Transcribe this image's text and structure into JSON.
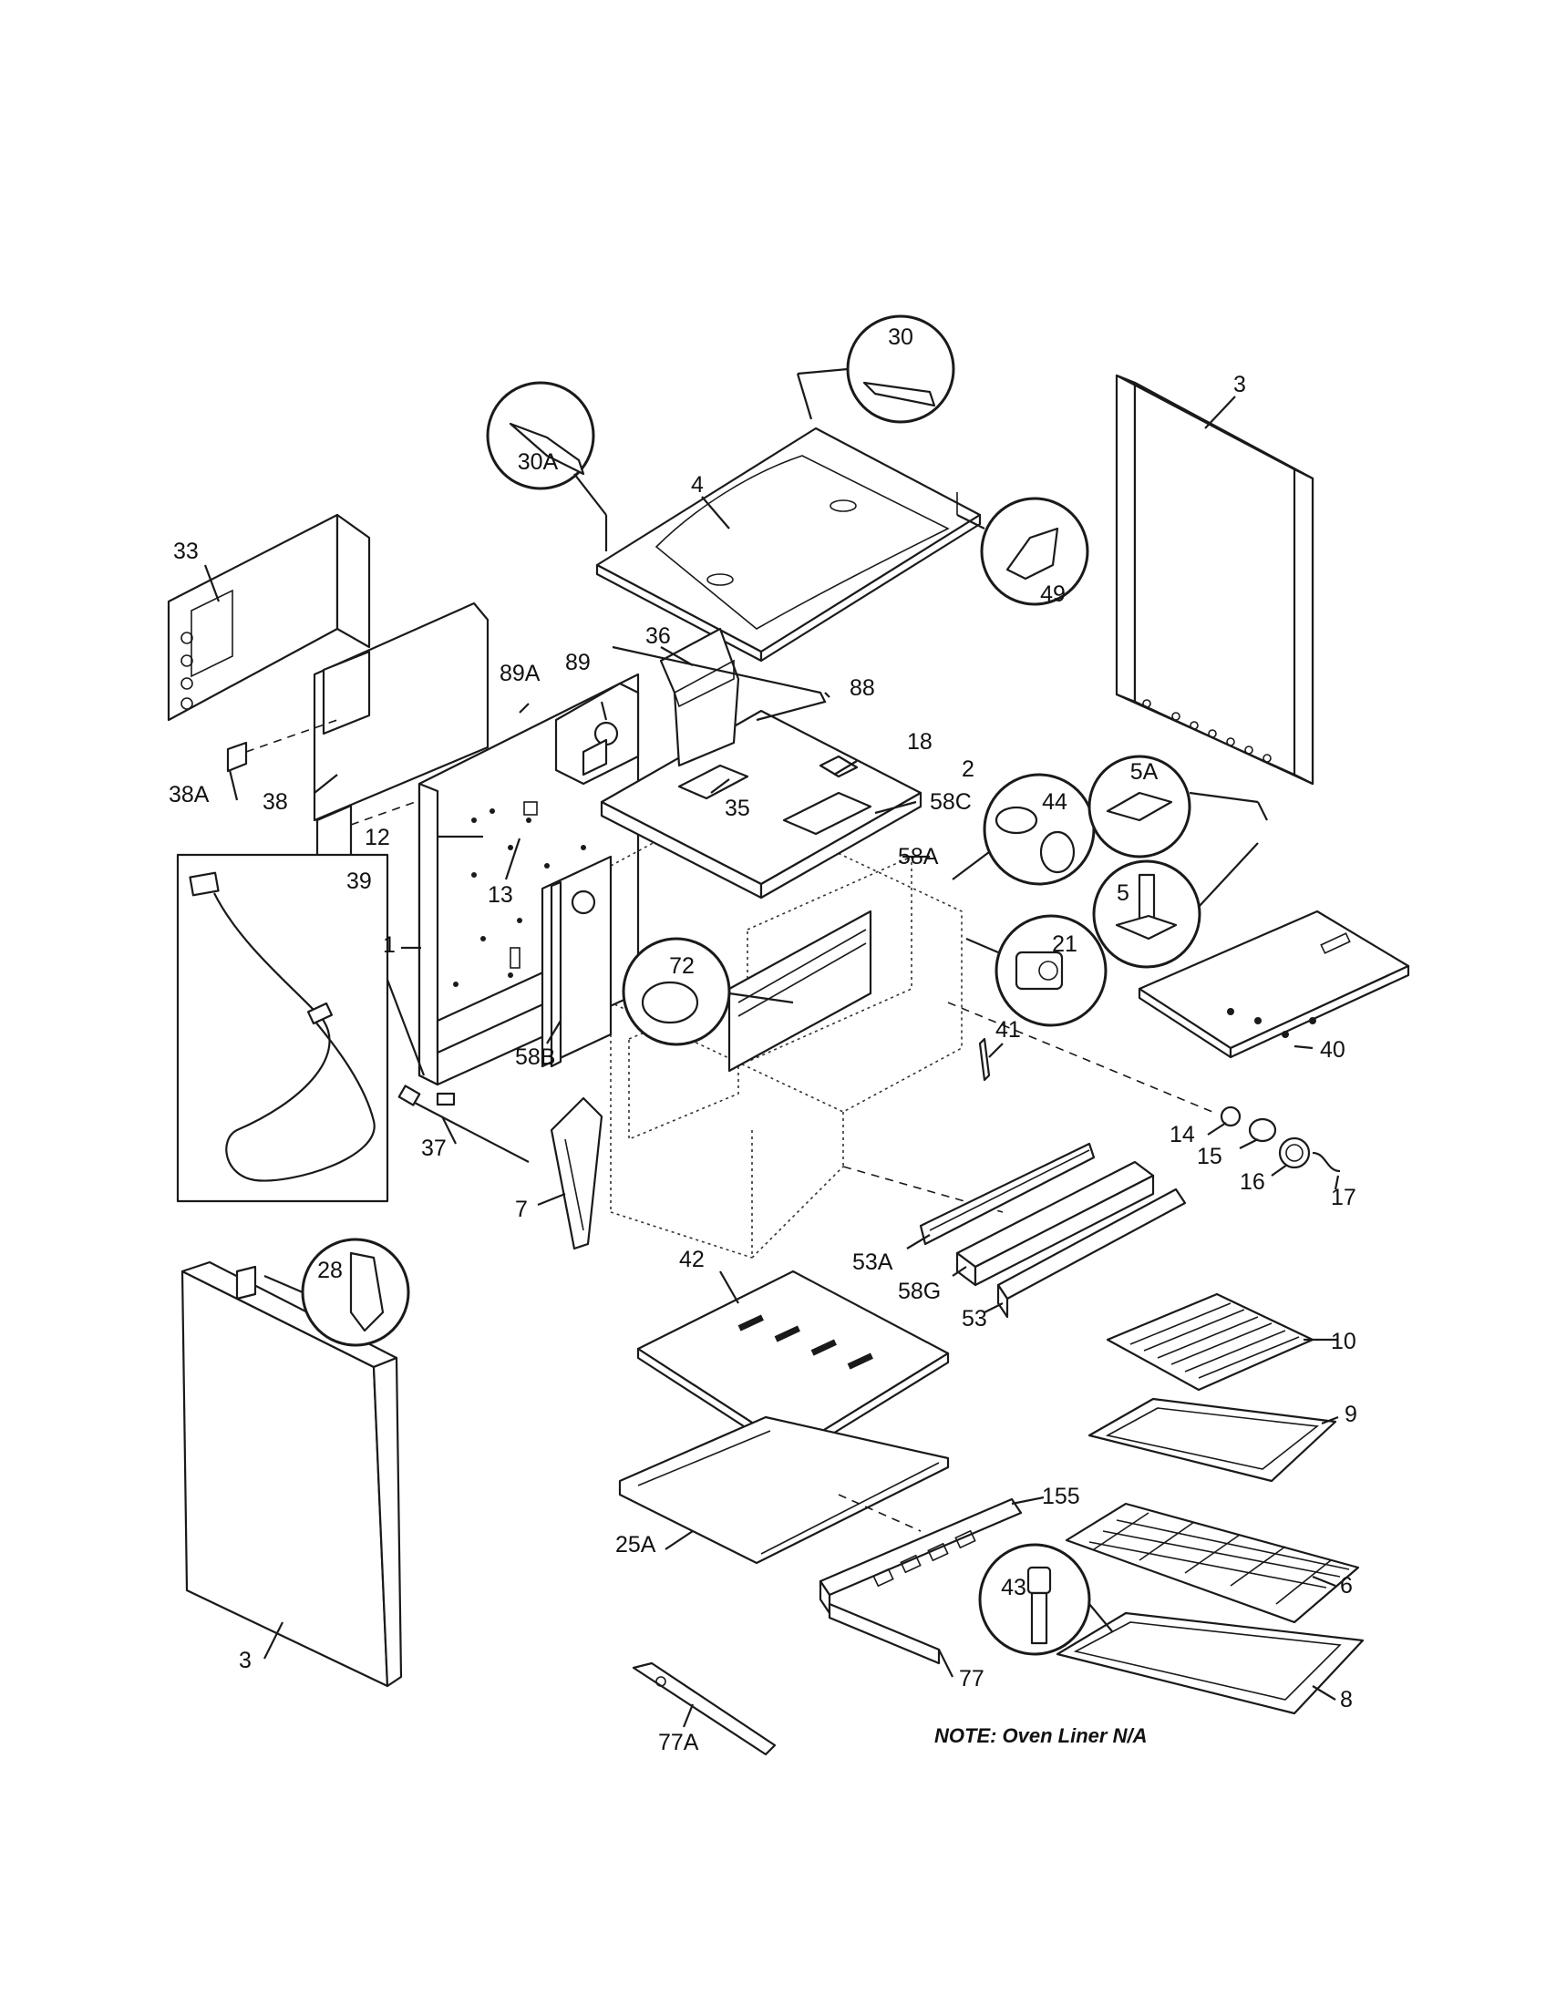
{
  "labels": {
    "p3_top": "3",
    "p30": "30",
    "p30a": "30A",
    "p4": "4",
    "p49": "49",
    "p33": "33",
    "p36": "36",
    "p88": "88",
    "p89a": "89A",
    "p89": "89",
    "p18": "18",
    "p2": "2",
    "p58c": "58C",
    "p35": "35",
    "p38a": "38A",
    "p38": "38",
    "p12": "12",
    "p13": "13",
    "p44": "44",
    "p58a": "58A",
    "p5a": "5A",
    "p5": "5",
    "p21": "21",
    "p1": "1",
    "p39": "39",
    "p72": "72",
    "p58b": "58B",
    "p41": "41",
    "p40": "40",
    "p37": "37",
    "p14": "14",
    "p15": "15",
    "p16": "16",
    "p17": "17",
    "p7": "7",
    "p28": "28",
    "p42": "42",
    "p53a": "53A",
    "p58g": "58G",
    "p53": "53",
    "p10": "10",
    "p9": "9",
    "p155": "155",
    "p25a": "25A",
    "p6": "6",
    "p43": "43",
    "p3_bottom": "3",
    "p77": "77",
    "p8": "8",
    "p77a": "77A"
  },
  "note": "NOTE: Oven Liner N/A"
}
